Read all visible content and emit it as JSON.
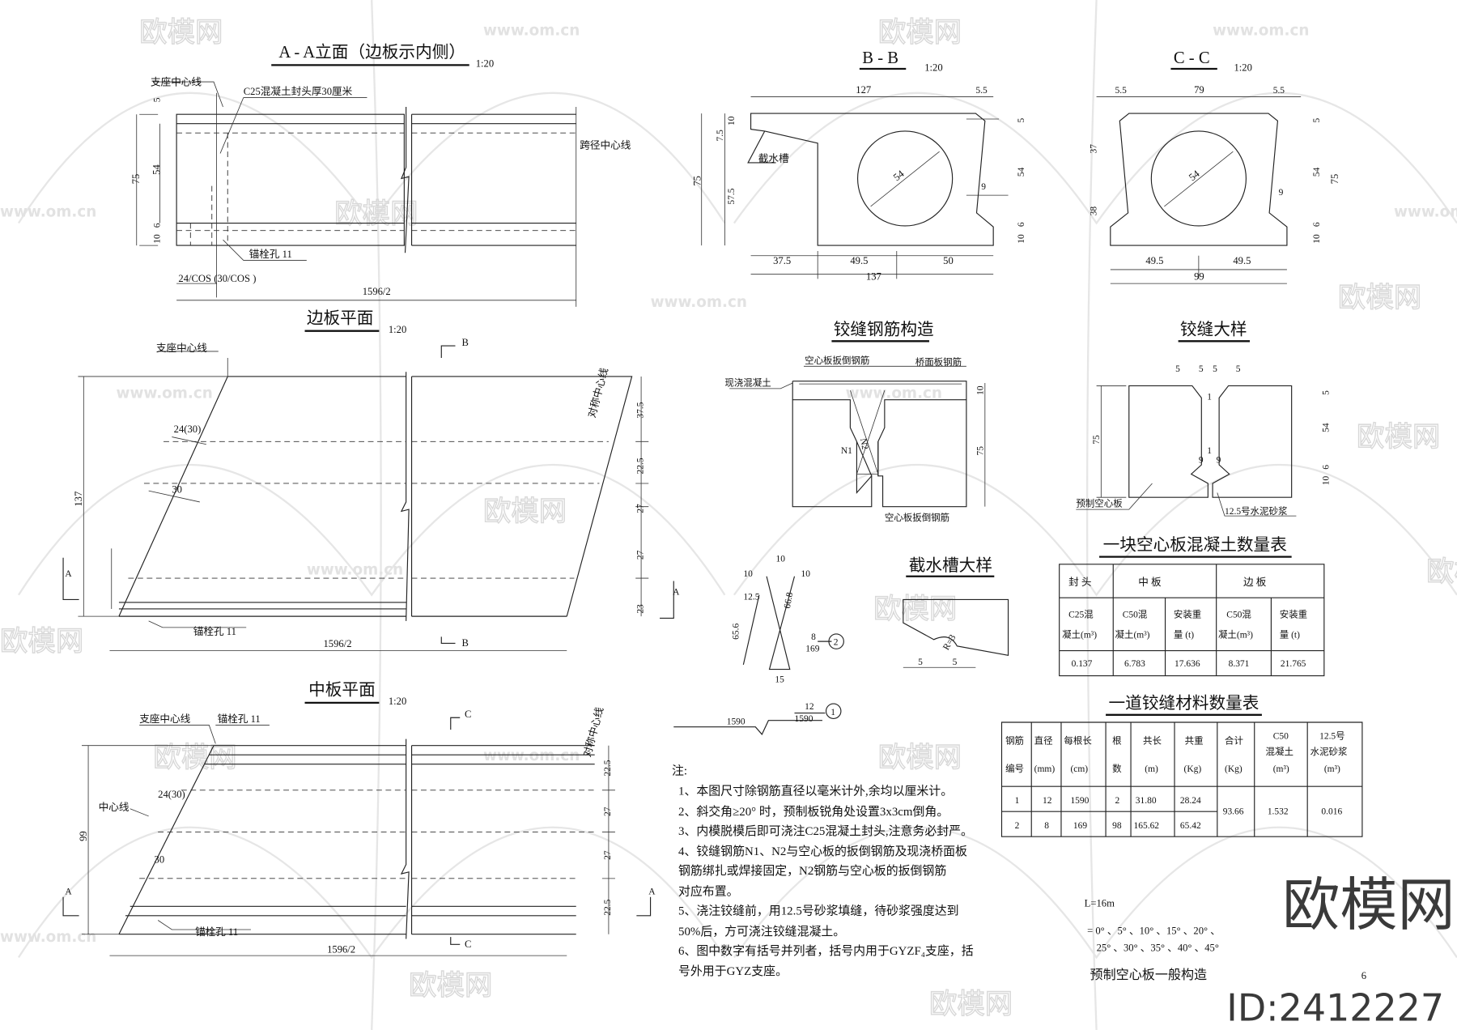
{
  "watermark": {
    "brand": "欧模网",
    "url": "www.om.cn",
    "id": "ID:2412227"
  },
  "aa": {
    "title": "A - A立面（边板示内侧）",
    "scale": "1:20",
    "support_center": "支座中心线",
    "seal_note": "C25混凝土封头厚30厘米",
    "span_center": "跨径中心线",
    "anchor": "锚栓孔  11",
    "cos_note": "24/COS  (30/COS  )",
    "length": "1596/2",
    "dims": [
      "75",
      "54",
      "5",
      "10",
      "6"
    ]
  },
  "edge_plan": {
    "title": "边板平面",
    "scale": "1:20",
    "support_center": "支座中心线",
    "sym_center": "对称中心线",
    "anchor": "锚栓孔  11",
    "length": "1596/2",
    "width": "137",
    "d1": "24(30)",
    "d2": "30",
    "right_dims": [
      "37.5",
      "22.5",
      "27",
      "27",
      "23"
    ],
    "sec_b": "B",
    "sec_a": "A"
  },
  "mid_plan": {
    "title": "中板平面",
    "scale": "1:20",
    "support_center": "支座中心线",
    "anchor": "锚栓孔  11",
    "center_line": "中心线",
    "sym_center": "对称中心线",
    "length": "1596/2",
    "width": "99",
    "d1": "24(30)",
    "d2": "30",
    "right_dims": [
      "22.5",
      "27",
      "27",
      "22.5"
    ],
    "sec_c": "C",
    "sec_a": "A"
  },
  "bb": {
    "title": "B - B",
    "scale": "1:20",
    "groove": "截水槽",
    "top": [
      "127",
      "5.5"
    ],
    "bottom": [
      "37.5",
      "49.5",
      "50",
      "137"
    ],
    "left": [
      "75",
      "10",
      "7.5",
      "57.5"
    ],
    "right": [
      "5",
      "54",
      "10",
      "6"
    ],
    "dia": "54",
    "web": "9"
  },
  "cc": {
    "title": "C - C",
    "scale": "1:20",
    "top": [
      "5.5",
      "79",
      "5.5"
    ],
    "bottom": [
      "49.5",
      "49.5",
      "99"
    ],
    "left": [
      "37",
      "38"
    ],
    "right": [
      "5",
      "54",
      "75",
      "10",
      "6"
    ],
    "dia": "54",
    "web": "9"
  },
  "hinge_rebar": {
    "title": "铰缝钢筋构造",
    "labels": [
      "空心板扳倒钢筋",
      "桥面板钢筋",
      "现浇混凝土",
      "N1",
      "N2",
      "空心板扳倒钢筋"
    ],
    "dims": [
      "10",
      "75"
    ]
  },
  "hinge_detail": {
    "title": "铰缝大样",
    "top_dims": [
      "5",
      "5",
      "5",
      "5"
    ],
    "mid": [
      "1",
      "1",
      "9",
      "9"
    ],
    "left": "75",
    "right": [
      "5",
      "54",
      "10",
      "6"
    ],
    "labels": [
      "预制空心板",
      "12.5号水泥砂浆"
    ]
  },
  "rebar_shapes": {
    "n2": [
      "10",
      "10",
      "10",
      "12.5",
      "66.8",
      "65.6",
      "15",
      "8",
      "169",
      "2"
    ],
    "n1": [
      "1590",
      "12",
      "1590",
      "1"
    ]
  },
  "groove_detail": {
    "title": "截水槽大样",
    "radius": "R=3",
    "dims": [
      "5",
      "5"
    ]
  },
  "concrete_table": {
    "title": "一块空心板混凝土数量表",
    "groups": [
      "封  头",
      "中      板",
      "边      板"
    ],
    "headers": [
      [
        "C25混",
        "凝土(m³)"
      ],
      [
        "C50混",
        "凝土(m³)"
      ],
      [
        "安装重",
        "量 (t)"
      ],
      [
        "C50混",
        "凝土(m³)"
      ],
      [
        "安装重",
        "量 (t)"
      ]
    ],
    "values": [
      "0.137",
      "6.783",
      "17.636",
      "8.371",
      "21.765"
    ]
  },
  "material_table": {
    "title": "一道铰缝材料数量表",
    "headers": [
      [
        "钢筋",
        "编号"
      ],
      [
        "直径",
        "(mm)"
      ],
      [
        "每根长",
        "(cm)"
      ],
      [
        "根",
        "数"
      ],
      [
        "共长",
        "(m)"
      ],
      [
        "共重",
        "(Kg)"
      ],
      [
        "合计",
        "(Kg)"
      ],
      [
        "C50",
        "混凝土",
        "(m³)"
      ],
      [
        "12.5号",
        "水泥砂浆",
        "(m³)"
      ]
    ],
    "rows": [
      [
        "1",
        "12",
        "1590",
        "2",
        "31.80",
        "28.24"
      ],
      [
        "2",
        "8",
        "169",
        "98",
        "165.62",
        "65.42"
      ]
    ],
    "total": "93.66",
    "c50": "1.532",
    "mortar": "0.016"
  },
  "notes": {
    "heading": "注:",
    "lines": [
      "1、本图尺寸除钢筋直径以毫米计外,余均以厘米计。",
      "2、斜交角≥20° 时，预制板锐角处设置3x3cm倒角。",
      "3、内模脱模后即可浇注C25混凝土封头,注意务必封严。",
      "4、铰缝钢筋N1、N2与空心板的扳倒钢筋及现浇桥面板",
      "    钢筋绑扎或焊接固定，N2钢筋与空心板的扳倒钢筋",
      "    对应布置。",
      "5、浇注铰缝前，用12.5号砂浆填缝，待砂浆强度达到",
      "    50%后，方可浇注铰缝混凝土。",
      "6、图中数字有括号并列者，括号内用于GYZF₄支座，括",
      "    号外用于GYZ支座。"
    ]
  },
  "title_block": {
    "span": "L=16m",
    "angles1": "= 0° 、5° 、10° 、15° 、20° 、",
    "angles2": "25° 、30° 、35° 、40° 、45°",
    "drawing_title": "预制空心板一般构造",
    "page": "6"
  }
}
